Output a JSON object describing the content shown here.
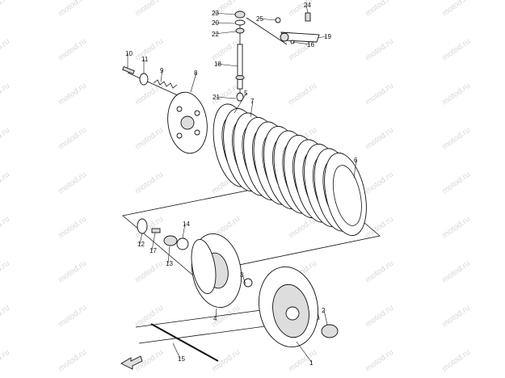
{
  "watermark": "motod.ru",
  "callouts": [
    "1",
    "2",
    "3",
    "4",
    "5",
    "6",
    "7",
    "8",
    "9",
    "10",
    "11",
    "12",
    "13",
    "14",
    "15",
    "16",
    "17",
    "18",
    "19",
    "20",
    "21",
    "22",
    "23",
    "24",
    "25"
  ],
  "colors": {
    "line": "#111111",
    "background": "#ffffff",
    "watermark": "#d8d8d8"
  },
  "icons": [
    "forward-direction-arrow-icon"
  ]
}
